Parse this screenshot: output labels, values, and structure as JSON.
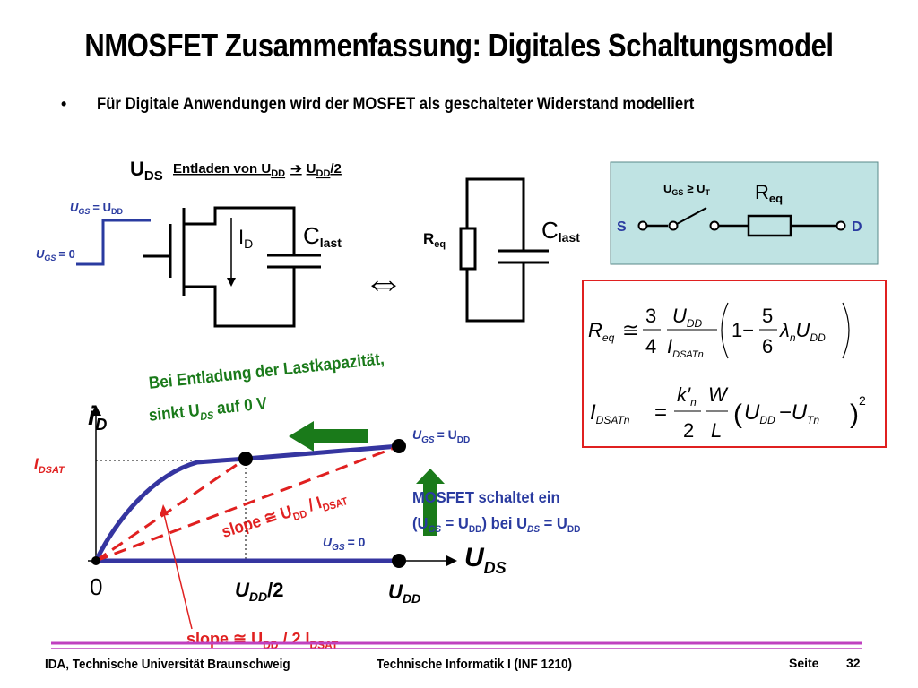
{
  "title": "NMOSFET Zusammenfassung: Digitales Schaltungsmodel",
  "bullet": {
    "marker": "•",
    "text": "Für Digitale Anwendungen wird der MOSFET als geschalteter Widerstand modelliert"
  },
  "circuit": {
    "uds": "U",
    "uds_sub": "DS",
    "entladen": "Entladen von U",
    "entladen_sub": "DD",
    "arrow": "➔",
    "entladen_end": "U",
    "entladen_end_sub": "DD",
    "entladen_tail": "/2",
    "ugs_udd": "= U",
    "ugs_udd_sub": "DD",
    "ugs_zero": "= 0",
    "id_label": "I",
    "id_sub": "D",
    "clast": "C",
    "clast_sub": "last",
    "req": "R",
    "req_sub": "eq",
    "equiv": "⇔"
  },
  "switch_box": {
    "ugs_label": "U",
    "ugs_sub": "GS",
    "ge": "≥ U",
    "ut_sub": "T",
    "req": "R",
    "req_sub": "eq",
    "s": "S",
    "d": "D",
    "bg": "#bfe3e3"
  },
  "formula_box": {
    "border": "#e02020",
    "r_eq": "R",
    "r_eq_sub": "eq",
    "approx": "≅",
    "three": "3",
    "four": "4",
    "u": "U",
    "dd": "DD",
    "i": "I",
    "dsatn": "DSATn",
    "one_minus": "1−",
    "five": "5",
    "six": "6",
    "lambda": "λ",
    "n": "n",
    "i_dsatn_lhs": "I",
    "equals": "=",
    "k": "k′",
    "two": "2",
    "w": "W",
    "l": "L",
    "lparen": "(",
    "rparen": ")",
    "minus_u": "−U",
    "tn": "Tn",
    "sq": "2"
  },
  "graph": {
    "annotation_line1": "Bei Entladung der Lastkapazität,",
    "annotation_line2": "sinkt U",
    "annotation_line2_sub": "DS",
    "annotation_line2_end": "auf 0 V",
    "id_axis": "i",
    "id_axis_sub": "D",
    "uds_axis": "U",
    "uds_axis_sub": "DS",
    "idsat": "I",
    "idsat_sub": "DSAT",
    "ugs_udd": "U",
    "ugs_udd_sub": "GS",
    "ugs_udd_end": "= U",
    "ugs_udd_end_sub": "DD",
    "ugs_zero": "U",
    "ugs_zero_sub": "GS",
    "ugs_zero_end": "= 0",
    "zero": "0",
    "udd_half": "U",
    "udd_half_sub": "DD",
    "udd_half_end": "/2",
    "udd": "U",
    "udd_sub": "DD",
    "slope1": "slope ≅ U",
    "slope1_sub1": "DD",
    "slope1_mid": " / I",
    "slope1_sub2": "DSAT",
    "slope2": "slope ≅ U",
    "slope2_sub1": "DD",
    "slope2_mid": " / 2 I",
    "slope2_sub2": "DSAT",
    "mosfet_line1": "MOSFET schaltet ein",
    "mosfet_line2a": "(U",
    "mosfet_line2a_sub": "GS",
    "mosfet_line2b": " = U",
    "mosfet_line2b_sub": "DD",
    "mosfet_line2c": ") bei U",
    "mosfet_line2c_sub": "DS",
    "mosfet_line2d": " = U",
    "mosfet_line2d_sub": "DD",
    "curve_color": "#3535a0",
    "red": "#e02020",
    "green": "#1a7a1a",
    "blue": "#2a3ba0"
  },
  "footer": {
    "left": "IDA, Technische Universität Braunschweig",
    "mid": "Technische Informatik I (INF 1210)",
    "right": "Seite",
    "page": "32",
    "rule_color": "#c040c0"
  }
}
